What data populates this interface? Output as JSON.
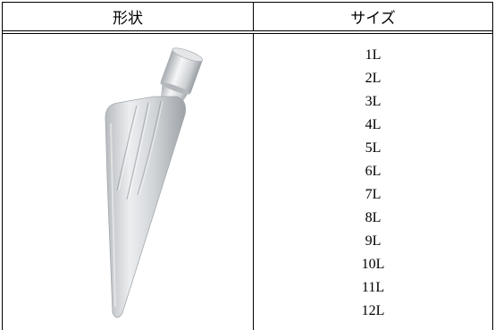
{
  "table": {
    "headers": {
      "shape": "形状",
      "size": "サイズ"
    },
    "sizes": [
      "1L",
      "2L",
      "3L",
      "4L",
      "5L",
      "6L",
      "7L",
      "8L",
      "9L",
      "10L",
      "11L",
      "12L"
    ],
    "image": {
      "subject": "hip-stem-implant-icon"
    }
  },
  "colors": {
    "border": "#000000",
    "implant_metal": "#c8cbcf",
    "background": "#ffffff"
  }
}
